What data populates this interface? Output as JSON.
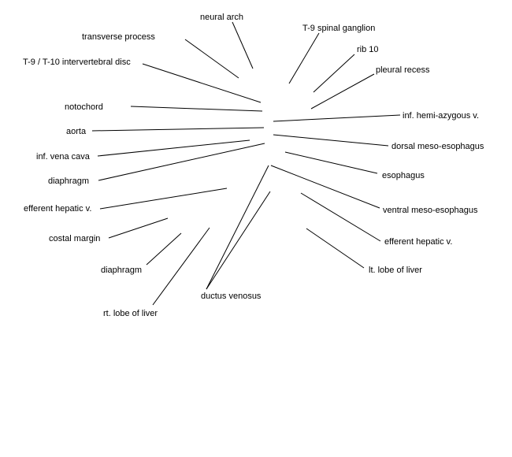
{
  "labels": {
    "neural_arch": "neural arch",
    "transverse_process": "transverse process",
    "intervertebral_disc": "T-9 / T-10 intervertebral disc",
    "spinal_ganglion": "T-9 spinal ganglion",
    "rib_10": "rib 10",
    "pleural_recess": "pleural recess",
    "notochord": "notochord",
    "inf_hemi_azygous": "inf. hemi-azygous v.",
    "aorta": "aorta",
    "dorsal_meso_esophagus": "dorsal meso-esophagus",
    "inf_vena_cava": "inf. vena cava",
    "esophagus": "esophagus",
    "diaphragm_left": "diaphragm",
    "ventral_meso_esophagus": "ventral meso-esophagus",
    "efferent_hepatic_left": "efferent hepatic v.",
    "efferent_hepatic_right": "efferent hepatic v.",
    "costal_margin": "costal margin",
    "lt_lobe_liver": "lt. lobe of liver",
    "diaphragm_lower": "diaphragm",
    "ductus_venosus": "ductus venosus",
    "rt_lobe_liver": "rt. lobe of liver"
  },
  "colors": {
    "text": "#000000",
    "line": "#000000",
    "background": "#ffffff"
  }
}
